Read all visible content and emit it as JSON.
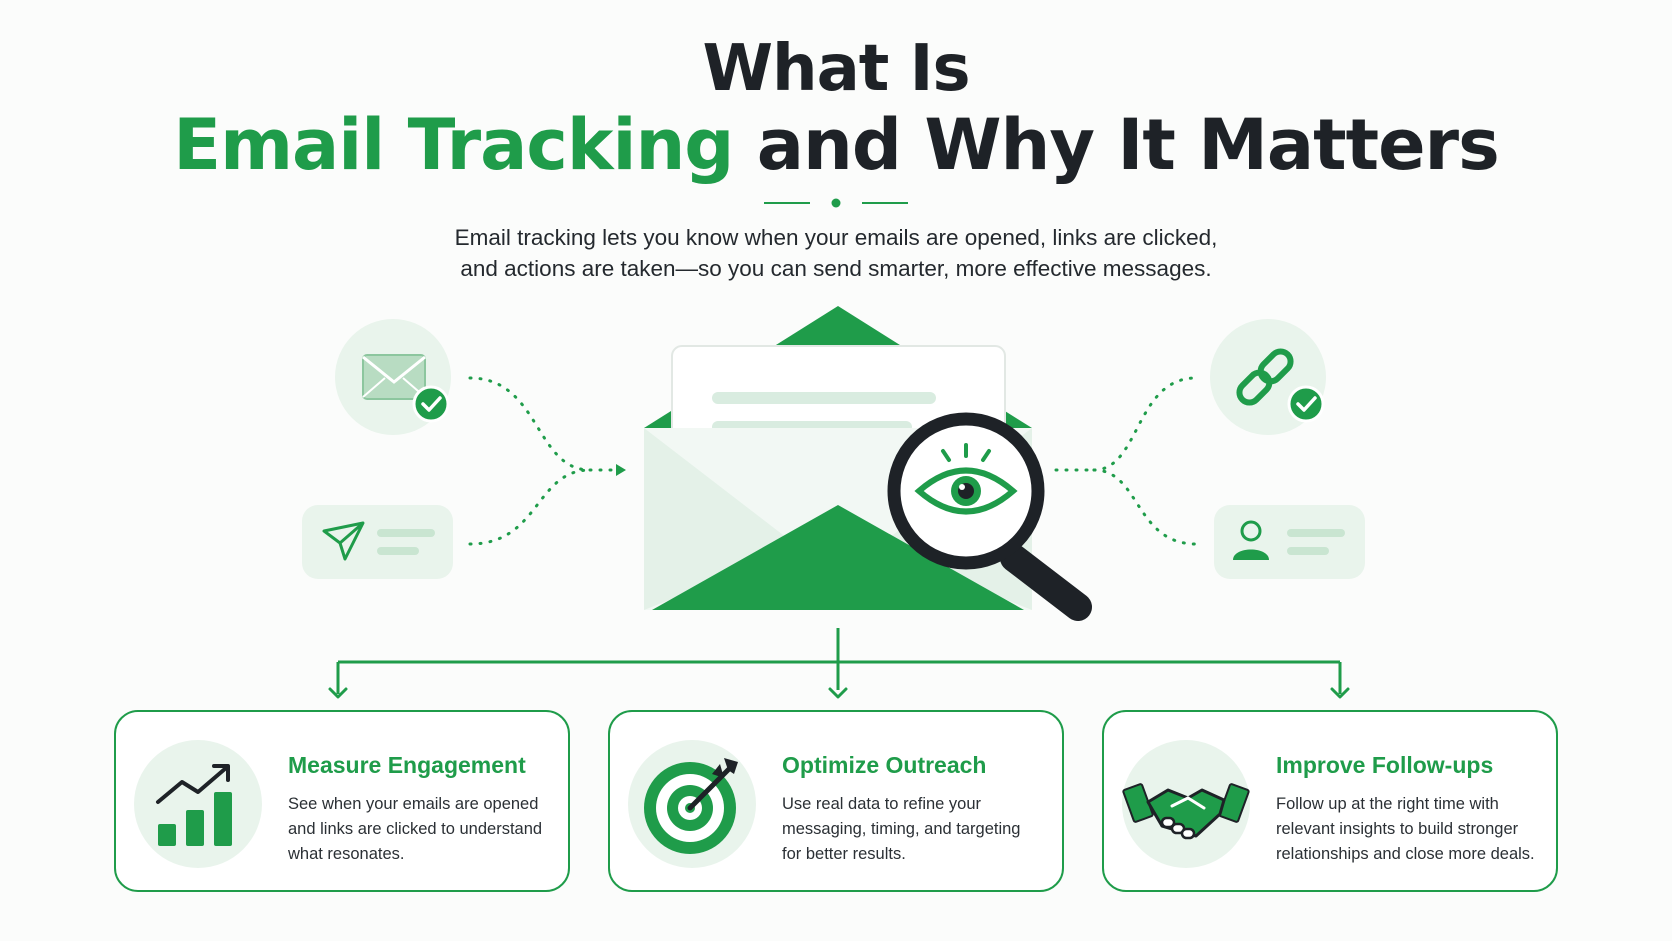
{
  "heading": {
    "line1": "What Is",
    "line2_accent": "Email Tracking",
    "line2_rest": "and Why It Matters"
  },
  "subtitle": {
    "line1": "Email tracking lets you know when your emails are opened, links are clicked,",
    "line2": "and actions are taken—so you can send smarter, more effective messages."
  },
  "colors": {
    "accent": "#1f9c4a",
    "accent_light": "#e9f4ec",
    "dark": "#1e2227"
  },
  "icons": {
    "top_left": "mail-opened-check-icon",
    "bottom_left": "send-icon",
    "center": "envelope-magnifier-eye-icon",
    "top_right": "link-check-icon",
    "bottom_right": "user-icon"
  },
  "cards": [
    {
      "icon": "growth-chart-icon",
      "title": "Measure Engagement",
      "lines": [
        "See when your emails are opened",
        "and links are clicked to understand",
        "what resonates."
      ]
    },
    {
      "icon": "target-arrow-icon",
      "title": "Optimize Outreach",
      "lines": [
        "Use real data to refine your",
        "messaging, timing, and targeting",
        "for better results."
      ]
    },
    {
      "icon": "handshake-icon",
      "title": "Improve Follow-ups",
      "lines": [
        "Follow up at the right time with",
        "relevant insights to build stronger",
        "relationships and close more deals."
      ]
    }
  ]
}
